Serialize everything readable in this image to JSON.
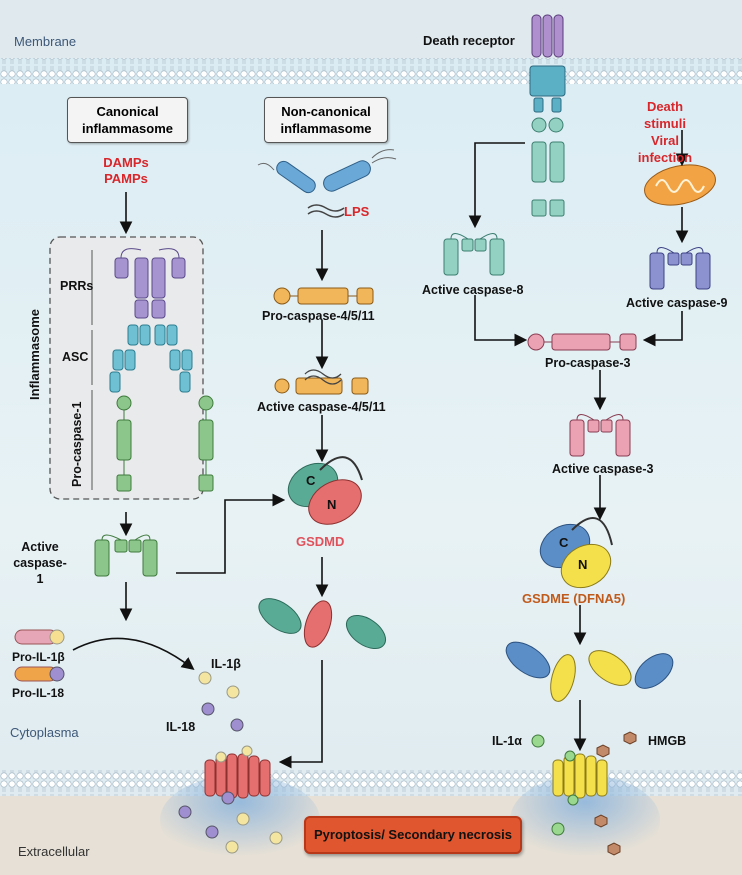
{
  "zones": {
    "membrane": "Membrane",
    "cytoplasm": "Cytoplasma",
    "extracellular": "Extracellular"
  },
  "canonical": {
    "title": "Canonical inflammasome",
    "trigger": "DAMPs PAMPs",
    "group_label": "Inflammasome",
    "parts": [
      "PRRs",
      "ASC",
      "Pro-caspase-1"
    ],
    "active": "Active caspase-1"
  },
  "noncanonical": {
    "title": "Non-canonical inflammasome",
    "lps": "LPS",
    "pro": "Pro-caspase-4/5/11",
    "active": "Active caspase-4/5/11"
  },
  "gsdmd": {
    "c": "C",
    "n": "N",
    "label": "GSDMD"
  },
  "apoptotic": {
    "death_receptor": "Death receptor",
    "stimuli": "Death stimuli Viral infection",
    "casp8": "Active caspase-8",
    "casp9": "Active caspase-9",
    "pro3": "Pro-caspase-3",
    "active3": "Active caspase-3"
  },
  "gsdme": {
    "c": "C",
    "n": "N",
    "label": "GSDME (DFNA5)"
  },
  "cytokines": {
    "pro_il1b": "Pro-IL-1β",
    "pro_il18": "Pro-IL-18",
    "il1b": "IL-1β",
    "il18": "IL-18",
    "il1a": "IL-1α",
    "hmgb": "HMGB"
  },
  "outcome": "Pyroptosis/ Secondary necrosis",
  "colors": {
    "pyroptosis_box": "#e0562e",
    "highlight_red": "#d8262b",
    "gsdme_brown": "#c05a1c"
  }
}
